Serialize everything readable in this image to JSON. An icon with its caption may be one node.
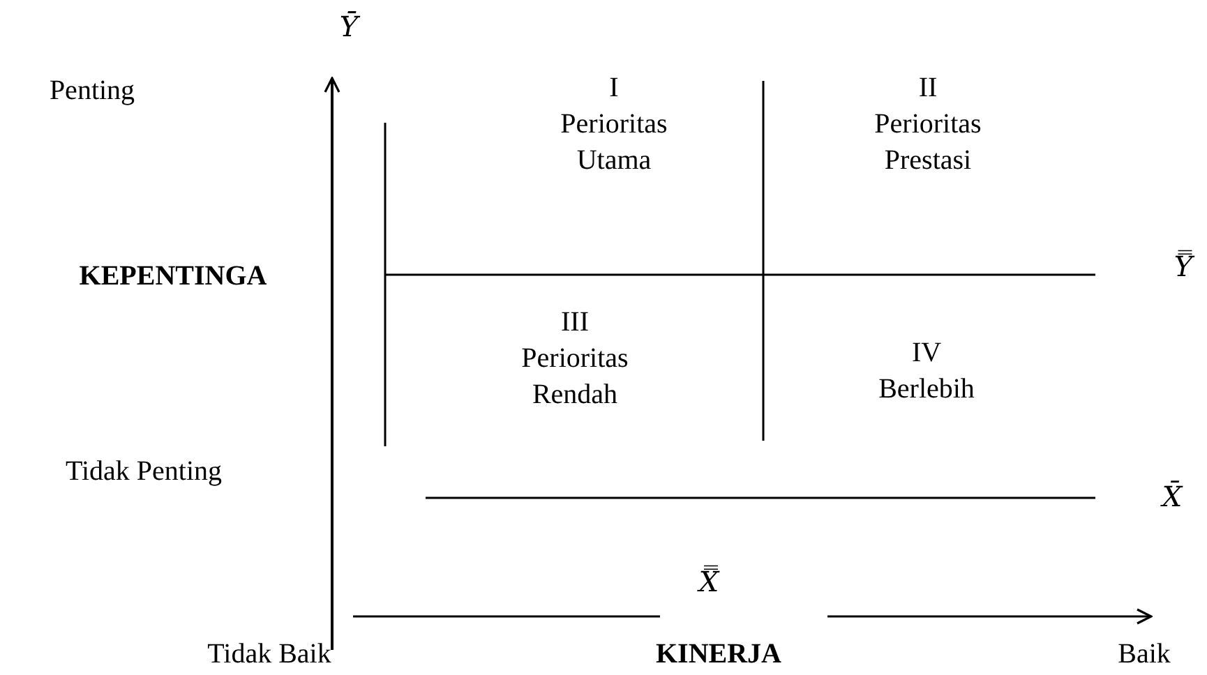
{
  "diagram": {
    "labels": [
      "Ȳ",
      "Penting",
      "I Perioritas Utama",
      "II Perioritas Prestasi",
      "KEPENTINGA",
      "Y̿",
      "III Perioritas Rendah",
      "IV Berlebih",
      "Tidak Penting",
      "X̄",
      "X̿",
      "Tidak Baik",
      "KINERJA",
      "Baik"
    ]
  }
}
